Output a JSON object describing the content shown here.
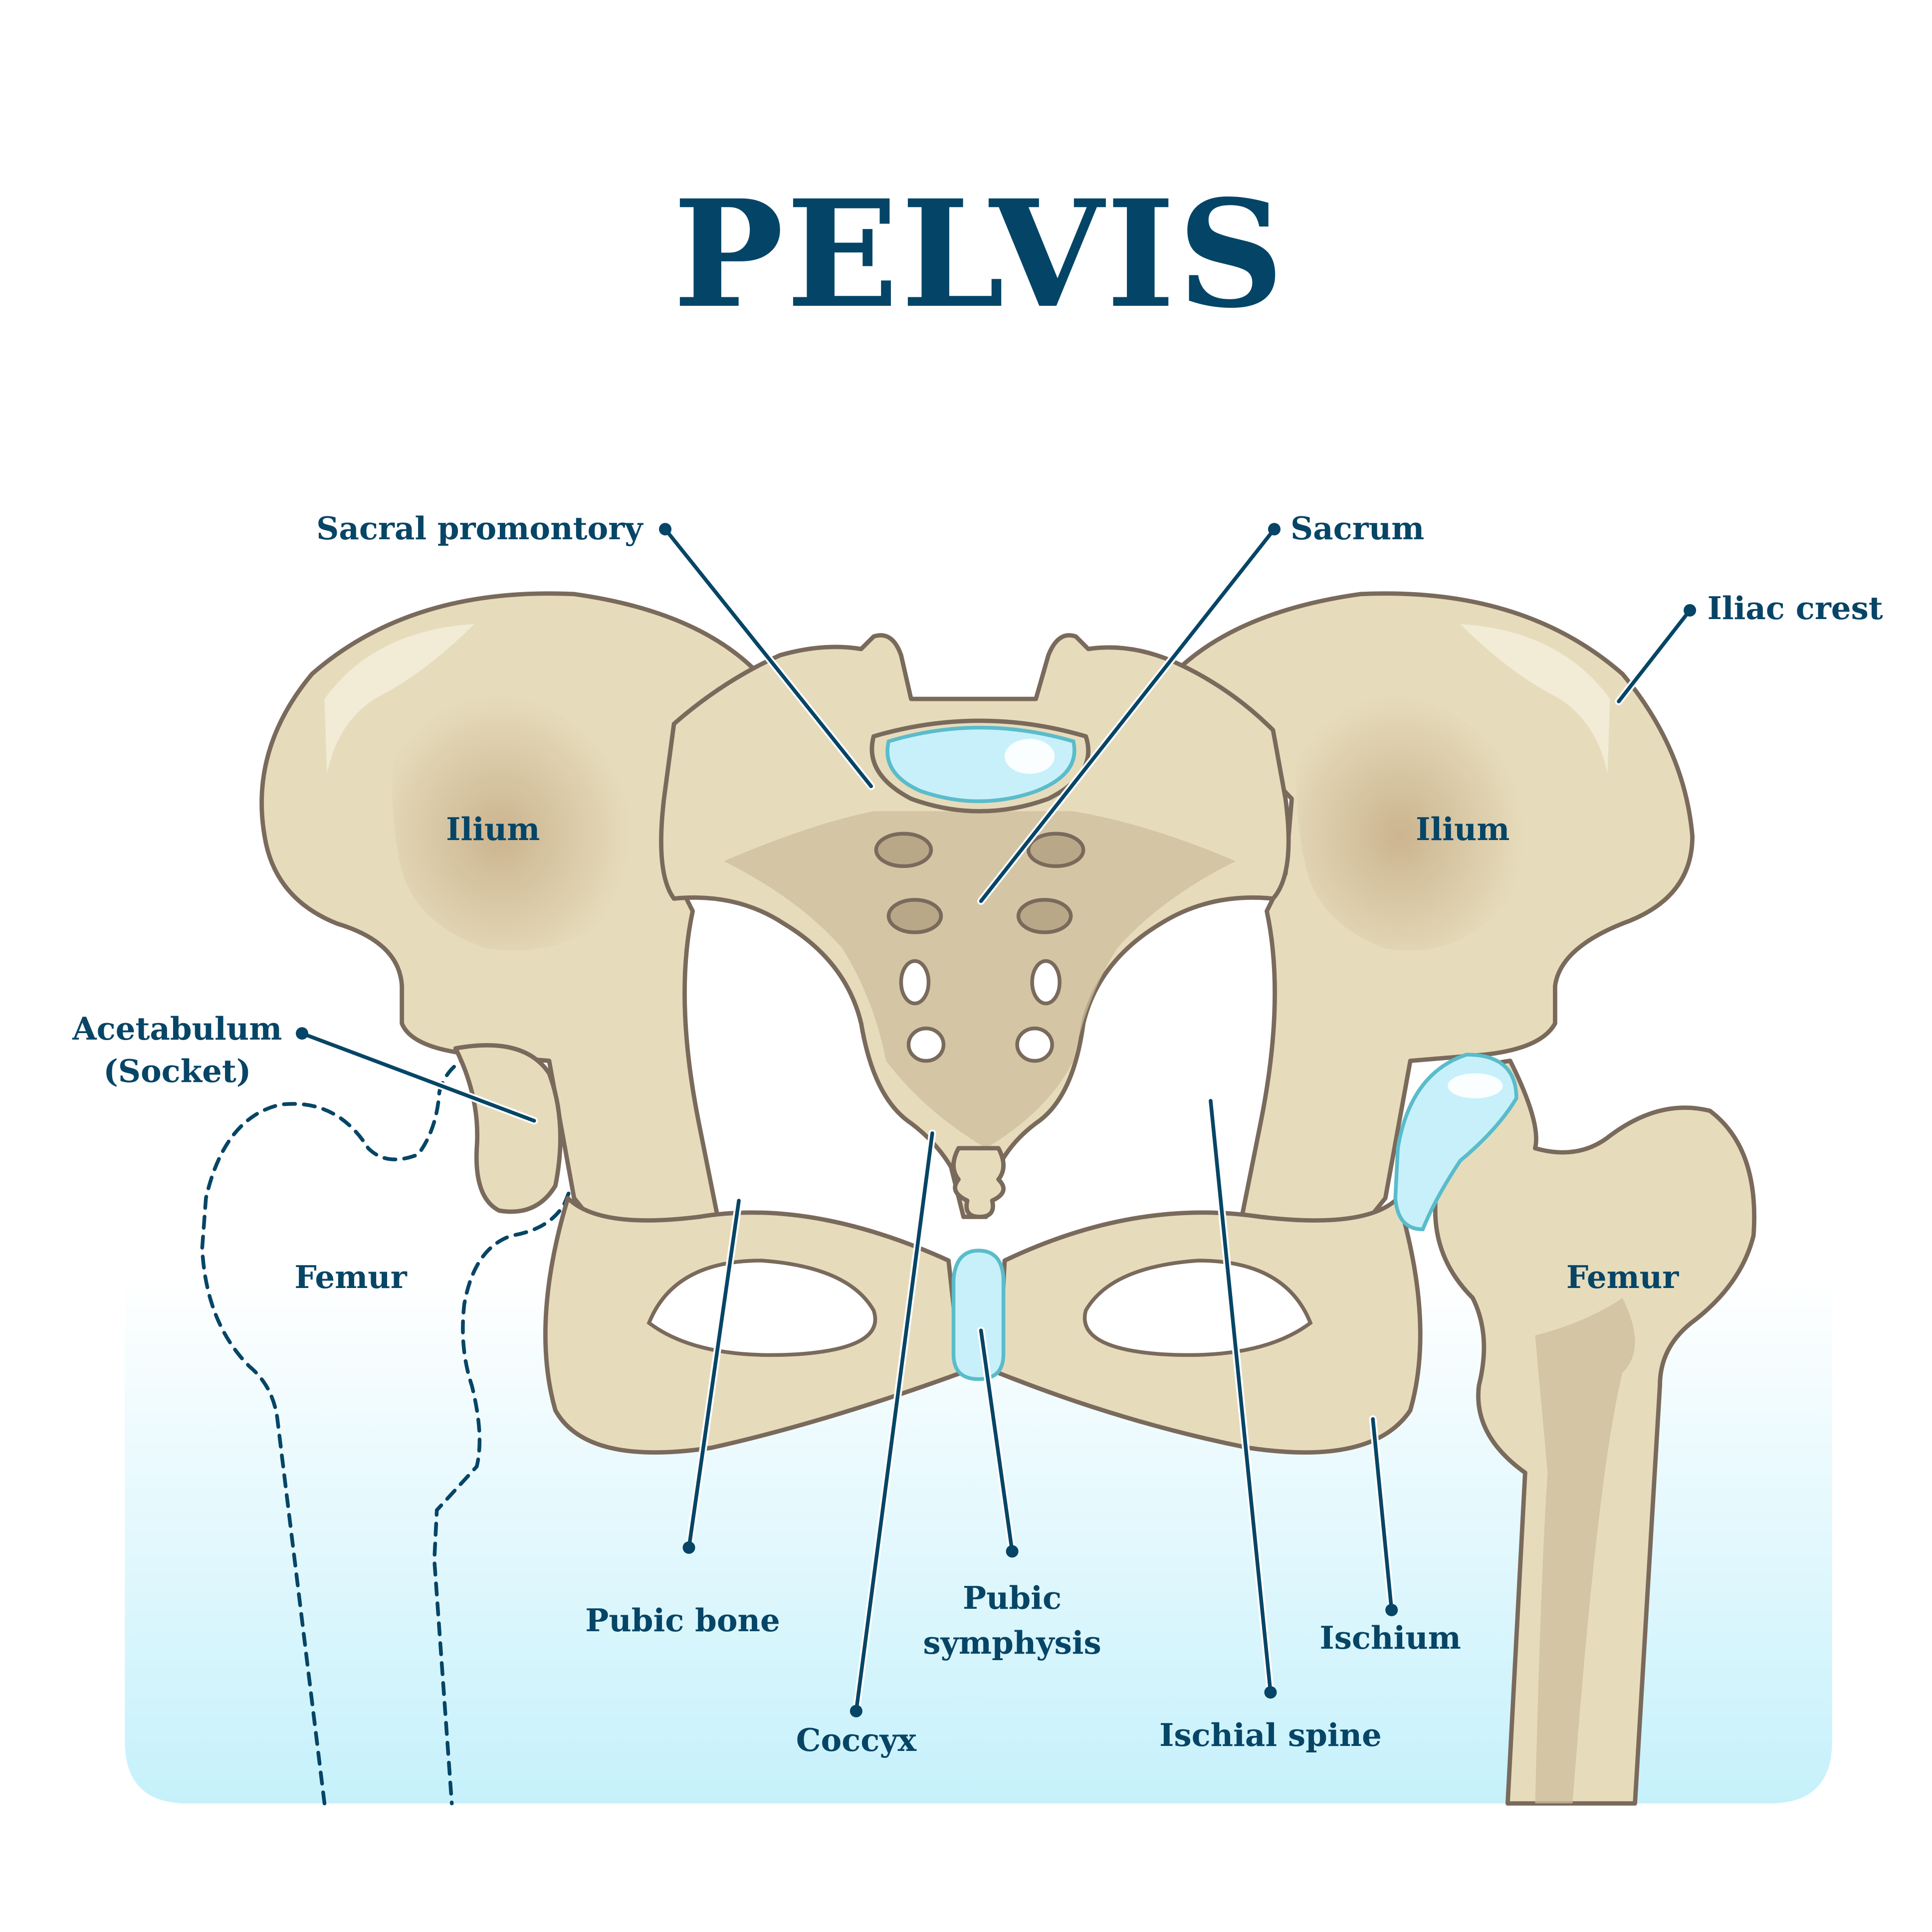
{
  "title": "PELVIS",
  "colors": {
    "label": "#064566",
    "bone": "#E6DCBC",
    "bone_outline": "#7A6A5C",
    "cartilage": "#C8F0FA",
    "background_panel_bottom": "#C6F1FB"
  },
  "labels": {
    "sacral_promontory": "Sacral promontory",
    "sacrum": "Sacrum",
    "iliac_crest": "Iliac crest",
    "ilium_left": "Ilium",
    "ilium_right": "Ilium",
    "acetabulum": "Acetabulum",
    "acetabulum_sub": "(Socket)",
    "femur_left": "Femur",
    "femur_right": "Femur",
    "pubic_bone": "Pubic bone",
    "pubic_symphysis_1": "Pubic",
    "pubic_symphysis_2": "symphysis",
    "ischium": "Ischium",
    "coccyx": "Coccyx",
    "ischial_spine": "Ischial spine"
  }
}
